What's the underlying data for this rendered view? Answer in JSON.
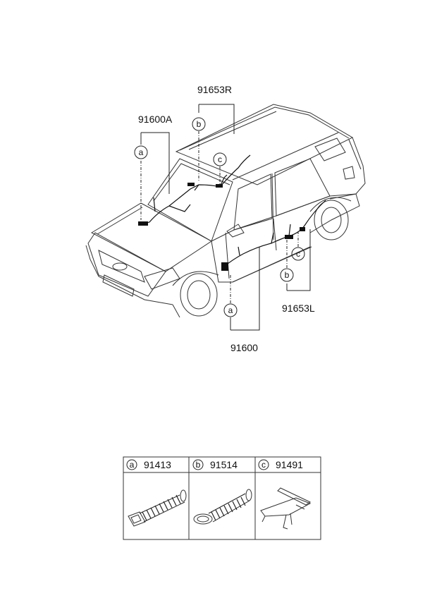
{
  "callouts": {
    "part_91653R": "91653R",
    "part_91600A": "91600A",
    "part_91653L": "91653L",
    "part_91600": "91600"
  },
  "circle_letters": {
    "a": "a",
    "b": "b",
    "c": "c"
  },
  "parts_table": {
    "columns": [
      {
        "letter": "a",
        "part": "91413",
        "icon": "grommet-round-icon"
      },
      {
        "letter": "b",
        "part": "91514",
        "icon": "grommet-oval-icon"
      },
      {
        "letter": "c",
        "part": "91491",
        "icon": "bracket-clip-icon"
      }
    ]
  }
}
